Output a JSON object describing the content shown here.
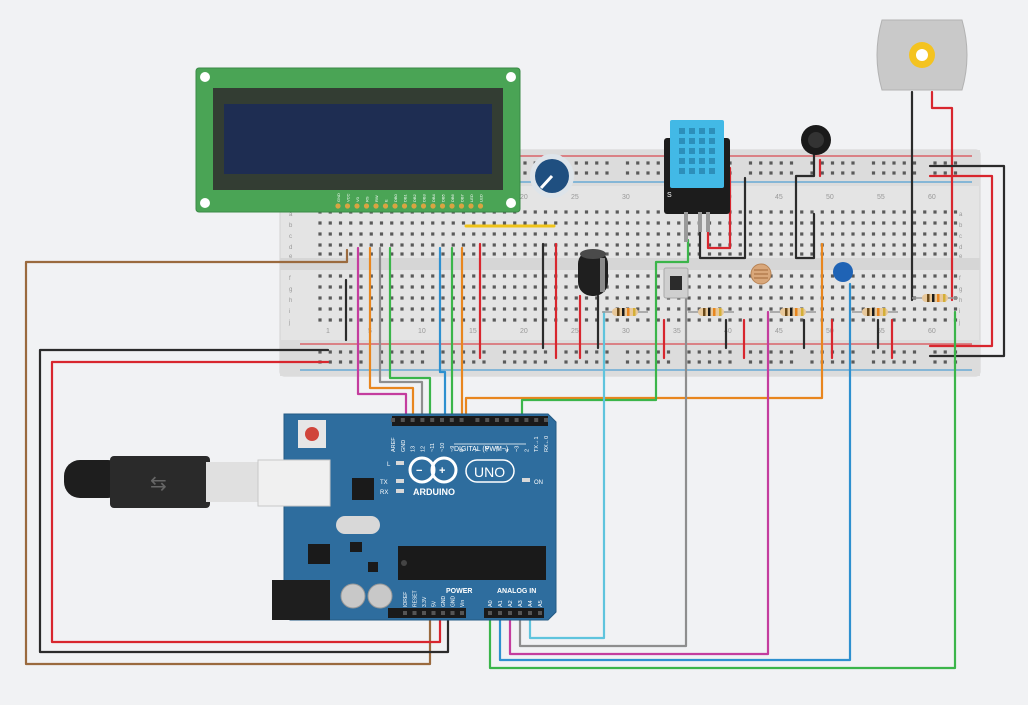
{
  "breadboard": {
    "row_labels_top": [
      "a",
      "b",
      "c",
      "d",
      "e"
    ],
    "row_labels_bottom": [
      "f",
      "g",
      "h",
      "i",
      "j"
    ],
    "column_numbers": [
      "1",
      "5",
      "10",
      "15",
      "20",
      "25",
      "30",
      "35",
      "40",
      "45",
      "50",
      "55",
      "60"
    ]
  },
  "lcd": {
    "pin_labels": [
      "GND",
      "VCC",
      "V0",
      "RS",
      "RW",
      "E",
      "DB0",
      "DB1",
      "DB2",
      "DB3",
      "DB4",
      "DB5",
      "DB6",
      "DB7",
      "LED",
      "LED"
    ]
  },
  "dht_sensor": {
    "pin_label": "S"
  },
  "arduino": {
    "brand": "ARDUINO",
    "model": "UNO",
    "digital_header_label": "DIGITAL (PWM~)",
    "power_header_label": "POWER",
    "analog_header_label": "ANALOG IN",
    "led_l": "L",
    "led_tx": "TX",
    "led_rx": "RX",
    "led_on": "ON",
    "digital_pins": [
      "AREF",
      "GND",
      "13",
      "12",
      "~11",
      "~10",
      "~9",
      "8",
      "7",
      "~6",
      "~5",
      "4",
      "~3",
      "2",
      "TX→1",
      "RX←0"
    ],
    "power_pins": [
      "IOREF",
      "RESET",
      "3.3V",
      "5V",
      "GND",
      "GND",
      "Vin"
    ],
    "analog_pins": [
      "A0",
      "A1",
      "A2",
      "A3",
      "A4",
      "A5"
    ]
  },
  "colors": {
    "wire_red": "#d8262e",
    "wire_black": "#2b2b2b",
    "wire_brown": "#9a6a3e",
    "wire_orange": "#e8861e",
    "wire_green": "#3bb54a",
    "wire_blue": "#2e90cf",
    "wire_lightblue": "#5fc4dd",
    "wire_gray": "#8e8e8e",
    "wire_magenta": "#c43d9e",
    "wire_yellow": "#f0c419",
    "arduino_board": "#2e6d9e",
    "lcd_pcb": "#4aa455",
    "lcd_screen": "#1e2d52",
    "breadboard": "#e6e6e6"
  }
}
